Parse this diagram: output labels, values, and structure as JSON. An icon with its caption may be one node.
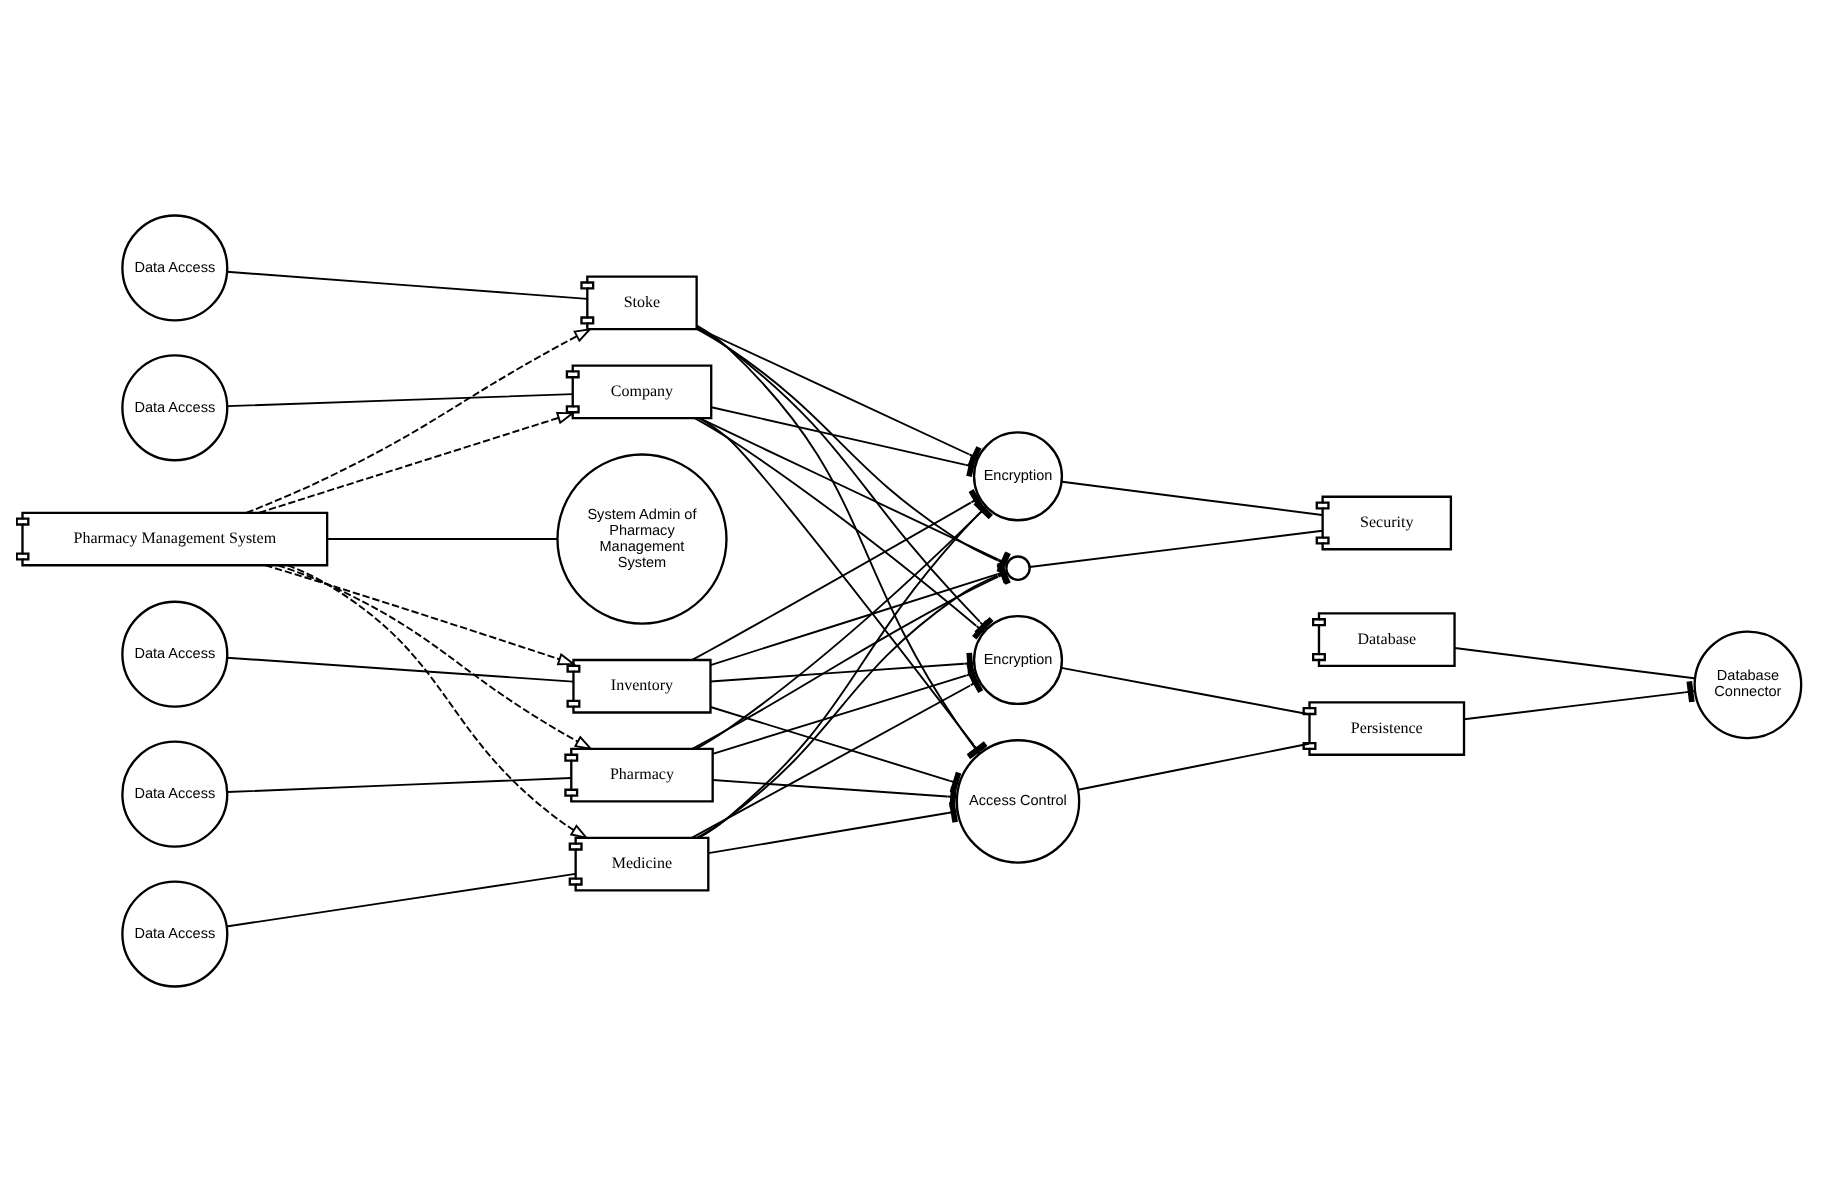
{
  "diagram": {
    "nodes": [
      {
        "text": [
          "Pharmacy Management System"
        ]
      },
      {
        "text": [
          "Pharmacy"
        ]
      },
      {
        "text": [
          "Medicine"
        ]
      },
      {
        "text": [
          "Stoke"
        ]
      },
      {
        "text": [
          "Company"
        ]
      },
      {
        "text": [
          "Inventory"
        ]
      },
      {
        "text": [
          "Data Access"
        ]
      },
      {
        "text": [
          "Data Access"
        ]
      },
      {
        "text": [
          "Data Access"
        ]
      },
      {
        "text": [
          "Data Access"
        ]
      },
      {
        "text": [
          "Data Access"
        ]
      },
      {
        "text": [
          "Security"
        ]
      },
      {
        "text": [
          "Encryption"
        ]
      },
      {
        "text": [],
        "shape": "circle"
      },
      {
        "text": [
          "Persistence"
        ]
      },
      {
        "text": [
          "Encryption"
        ]
      },
      {
        "text": [
          "Access Control"
        ]
      },
      {
        "text": [
          "Database"
        ]
      },
      {
        "text": [
          "Database Connector"
        ]
      },
      {
        "text": [
          "System Admin of Pharmacy Management System"
        ]
      }
    ],
    "edges": [
      {
        "from": 0,
        "to": 1,
        "arrow": "to",
        "style": "dashed"
      },
      {
        "from": 0,
        "to": 2,
        "arrow": "to",
        "style": "dashed"
      },
      {
        "from": 0,
        "to": 3,
        "arrow": "to",
        "style": "dashed"
      },
      {
        "from": 0,
        "to": 4,
        "arrow": "to",
        "style": "dashed"
      },
      {
        "from": 0,
        "to": 5,
        "arrow": "to",
        "style": "dashed"
      },
      {
        "from": 6,
        "to": 1,
        "arrow": "none"
      },
      {
        "from": 7,
        "to": 2,
        "arrow": "none"
      },
      {
        "from": 8,
        "to": 3,
        "arrow": "none"
      },
      {
        "from": 9,
        "to": 4,
        "arrow": "none"
      },
      {
        "from": 10,
        "to": 5,
        "arrow": "none"
      },
      {
        "from": 1,
        "to": 12,
        "arrow": "other"
      },
      {
        "from": 1,
        "to": 13,
        "arrow": "other"
      },
      {
        "from": 1,
        "to": 15,
        "arrow": "other"
      },
      {
        "from": 1,
        "to": 16,
        "arrow": "other"
      },
      {
        "from": 2,
        "to": 12,
        "arrow": "other"
      },
      {
        "from": 2,
        "to": 13,
        "arrow": "other"
      },
      {
        "from": 2,
        "to": 15,
        "arrow": "other"
      },
      {
        "from": 2,
        "to": 16,
        "arrow": "other"
      },
      {
        "from": 3,
        "to": 12,
        "arrow": "other"
      },
      {
        "from": 3,
        "to": 13,
        "arrow": "other"
      },
      {
        "from": 3,
        "to": 15,
        "arrow": "other"
      },
      {
        "from": 3,
        "to": 16,
        "arrow": "other"
      },
      {
        "from": 4,
        "to": 12,
        "arrow": "other"
      },
      {
        "from": 4,
        "to": 13,
        "arrow": "other"
      },
      {
        "from": 4,
        "to": 15,
        "arrow": "other"
      },
      {
        "from": 4,
        "to": 16,
        "arrow": "other"
      },
      {
        "from": 5,
        "to": 12,
        "arrow": "other"
      },
      {
        "from": 5,
        "to": 13,
        "arrow": "other"
      },
      {
        "from": 5,
        "to": 15,
        "arrow": "other"
      },
      {
        "from": 5,
        "to": 16,
        "arrow": "other"
      },
      {
        "from": 12,
        "to": 11,
        "arrow": "none"
      },
      {
        "from": 13,
        "to": 11,
        "arrow": "none"
      },
      {
        "from": 15,
        "to": 14,
        "arrow": "none"
      },
      {
        "from": 16,
        "to": 14,
        "arrow": "none"
      },
      {
        "from": 17,
        "to": 18,
        "arrow": "none"
      },
      {
        "from": 14,
        "to": 18,
        "arrow": "other"
      },
      {
        "from": 0,
        "to": 19,
        "arrow": "none"
      }
    ]
  }
}
